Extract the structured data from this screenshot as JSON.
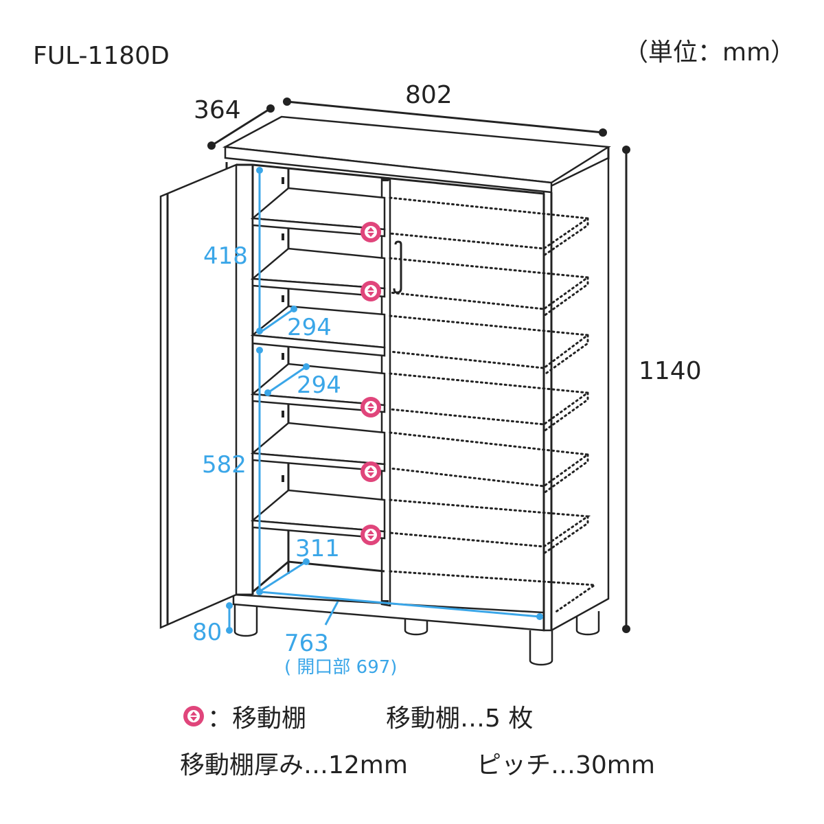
{
  "title": {
    "model": "FUL-1180D",
    "unit": "（単位：mm）"
  },
  "dimensions": {
    "depth": "364",
    "width": "802",
    "height": "1140",
    "inner_upper_height": "418",
    "inner_lower_height": "582",
    "shelf_depth_1": "294",
    "shelf_depth_2": "294",
    "bottom_depth": "311",
    "leg_height": "80",
    "inner_width": "763",
    "opening_width": "( 開口部 697)"
  },
  "legend": {
    "movable_shelf_label": "：移動棚",
    "shelf_count": "移動棚…5 枚",
    "shelf_thickness": "移動棚厚み…12mm",
    "pitch": "ピッチ…30mm"
  },
  "colors": {
    "line": "#222222",
    "dimension_blue": "#3aa6e8",
    "marker_pink": "#e0457b"
  },
  "icons": {
    "movable_shelf_marker": "up-down-arrow-icon"
  }
}
